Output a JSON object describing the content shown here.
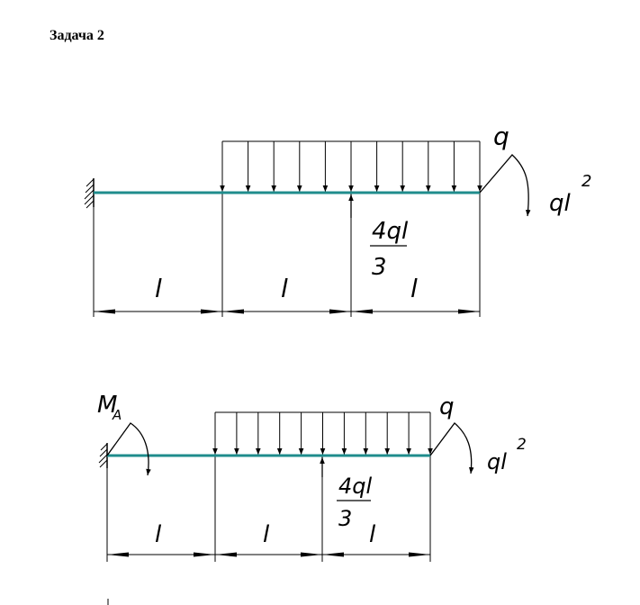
{
  "header": {
    "title": "Задача 2"
  },
  "colors": {
    "beam": "#1f8c8c",
    "ink": "#000000",
    "background": "#ffffff"
  },
  "diagrams": [
    {
      "id": "top",
      "load_label": "q",
      "moment_label": "ql",
      "moment_exp": "2",
      "reaction_num": "4ql",
      "reaction_den": "3",
      "span_labels": [
        "l",
        "l",
        "l"
      ]
    },
    {
      "id": "bottom",
      "support_moment_main": "M",
      "support_moment_sub": "A",
      "load_label": "q",
      "moment_label": "ql",
      "moment_exp": "2",
      "reaction_num": "4ql",
      "reaction_den": "3",
      "span_labels": [
        "l",
        "l",
        "l"
      ]
    }
  ]
}
